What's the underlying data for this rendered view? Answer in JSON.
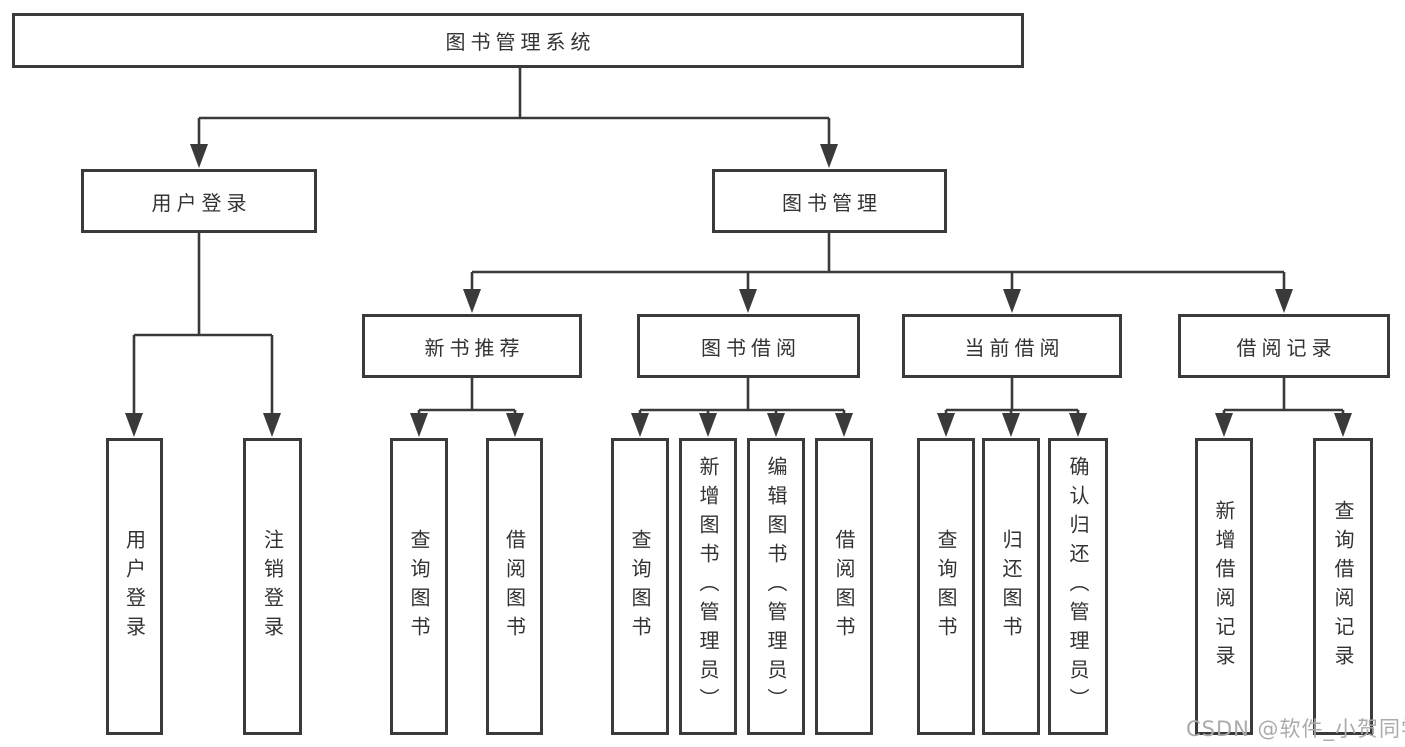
{
  "diagram_type": "tree",
  "colors": {
    "line": "#3a3a3a",
    "text": "#333333",
    "background": "#ffffff",
    "watermark": "#ababab"
  },
  "tree": {
    "root": "图书管理系统",
    "children": [
      {
        "label": "用户登录",
        "children": [
          {
            "label": "用户登录"
          },
          {
            "label": "注销登录"
          }
        ]
      },
      {
        "label": "图书管理",
        "children": [
          {
            "label": "新书推荐",
            "children": [
              {
                "label": "查询图书"
              },
              {
                "label": "借阅图书"
              }
            ]
          },
          {
            "label": "图书借阅",
            "children": [
              {
                "label": "查询图书"
              },
              {
                "label": "新增图书（管理员）"
              },
              {
                "label": "编辑图书（管理员）"
              },
              {
                "label": "借阅图书"
              }
            ]
          },
          {
            "label": "当前借阅",
            "children": [
              {
                "label": "查询图书"
              },
              {
                "label": "归还图书"
              },
              {
                "label": "确认归还（管理员）"
              }
            ]
          },
          {
            "label": "借阅记录",
            "children": [
              {
                "label": "新增借阅记录"
              },
              {
                "label": "查询借阅记录"
              }
            ]
          }
        ]
      }
    ]
  },
  "watermark": "CSDN @软件_小贺同学"
}
